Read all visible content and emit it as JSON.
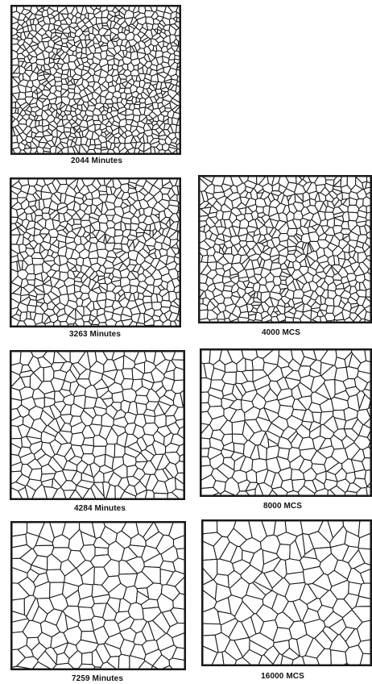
{
  "panels": [
    {
      "id": "p1",
      "caption": "2044 Minutes",
      "size": 8
    },
    {
      "id": "p2",
      "caption": "3263 Minutes",
      "size": 10
    },
    {
      "id": "p3",
      "caption": "4000 MCS",
      "size": 10
    },
    {
      "id": "p4",
      "caption": "4284 Minutes",
      "size": 13
    },
    {
      "id": "p5",
      "caption": "8000 MCS",
      "size": 14
    },
    {
      "id": "p6",
      "caption": "7259 Minutes",
      "size": 17
    },
    {
      "id": "p7",
      "caption": "16000 MCS",
      "size": 18
    }
  ]
}
